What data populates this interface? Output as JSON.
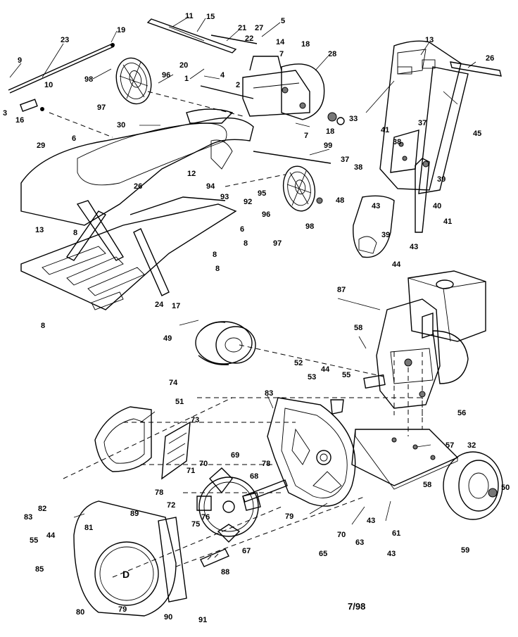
{
  "diagram": {
    "date_code": "7/98",
    "cover_letter": "D",
    "callouts": [
      {
        "id": "c11",
        "text": "11"
      },
      {
        "id": "c15",
        "text": "15"
      },
      {
        "id": "c5",
        "text": "5"
      },
      {
        "id": "c21",
        "text": "21"
      },
      {
        "id": "c27",
        "text": "27"
      },
      {
        "id": "c22",
        "text": "22"
      },
      {
        "id": "c14",
        "text": "14"
      },
      {
        "id": "c19",
        "text": "19"
      },
      {
        "id": "c23",
        "text": "23"
      },
      {
        "id": "c9",
        "text": "9"
      },
      {
        "id": "c98a",
        "text": "98"
      },
      {
        "id": "c96a",
        "text": "96"
      },
      {
        "id": "c20",
        "text": "20"
      },
      {
        "id": "c1",
        "text": "1"
      },
      {
        "id": "c4",
        "text": "4"
      },
      {
        "id": "c7a",
        "text": "7"
      },
      {
        "id": "c18a",
        "text": "18"
      },
      {
        "id": "c28",
        "text": "28"
      },
      {
        "id": "c2",
        "text": "2"
      },
      {
        "id": "c10",
        "text": "10"
      },
      {
        "id": "c3",
        "text": "3"
      },
      {
        "id": "c16",
        "text": "16"
      },
      {
        "id": "c97a",
        "text": "97"
      },
      {
        "id": "c30",
        "text": "30"
      },
      {
        "id": "c7b",
        "text": "7"
      },
      {
        "id": "c18b",
        "text": "18"
      },
      {
        "id": "c33",
        "text": "33"
      },
      {
        "id": "c13a",
        "text": "13"
      },
      {
        "id": "c26b",
        "text": "26"
      },
      {
        "id": "c45",
        "text": "45"
      },
      {
        "id": "c29",
        "text": "29"
      },
      {
        "id": "c6a",
        "text": "6"
      },
      {
        "id": "c26a",
        "text": "26"
      },
      {
        "id": "c12",
        "text": "12"
      },
      {
        "id": "c99",
        "text": "99"
      },
      {
        "id": "c94",
        "text": "94"
      },
      {
        "id": "c93",
        "text": "93"
      },
      {
        "id": "c92",
        "text": "92"
      },
      {
        "id": "c95",
        "text": "95"
      },
      {
        "id": "c96b",
        "text": "96"
      },
      {
        "id": "c97b",
        "text": "97"
      },
      {
        "id": "c98b",
        "text": "98"
      },
      {
        "id": "c13b",
        "text": "13"
      },
      {
        "id": "c8a",
        "text": "8"
      },
      {
        "id": "c6b",
        "text": "6"
      },
      {
        "id": "c8b",
        "text": "8"
      },
      {
        "id": "c8c",
        "text": "8"
      },
      {
        "id": "c8d",
        "text": "8"
      },
      {
        "id": "c8e",
        "text": "8"
      },
      {
        "id": "c24",
        "text": "24"
      },
      {
        "id": "c17",
        "text": "17"
      },
      {
        "id": "c41a",
        "text": "41"
      },
      {
        "id": "c37a",
        "text": "37"
      },
      {
        "id": "c38a",
        "text": "38"
      },
      {
        "id": "c37b",
        "text": "37"
      },
      {
        "id": "c38b",
        "text": "38"
      },
      {
        "id": "c39a",
        "text": "39"
      },
      {
        "id": "c48",
        "text": "48"
      },
      {
        "id": "c43a",
        "text": "43"
      },
      {
        "id": "c40",
        "text": "40"
      },
      {
        "id": "c39b",
        "text": "39"
      },
      {
        "id": "c41b",
        "text": "41"
      },
      {
        "id": "c43b",
        "text": "43"
      },
      {
        "id": "c44a",
        "text": "44"
      },
      {
        "id": "c87",
        "text": "87"
      },
      {
        "id": "c49",
        "text": "49"
      },
      {
        "id": "c58a",
        "text": "58"
      },
      {
        "id": "c52",
        "text": "52"
      },
      {
        "id": "c44b",
        "text": "44"
      },
      {
        "id": "c53",
        "text": "53"
      },
      {
        "id": "c55a",
        "text": "55"
      },
      {
        "id": "c74",
        "text": "74"
      },
      {
        "id": "c83a",
        "text": "83"
      },
      {
        "id": "c51",
        "text": "51"
      },
      {
        "id": "c56",
        "text": "56"
      },
      {
        "id": "c73",
        "text": "73"
      },
      {
        "id": "c57",
        "text": "57"
      },
      {
        "id": "c32",
        "text": "32"
      },
      {
        "id": "c69",
        "text": "69"
      },
      {
        "id": "c70a",
        "text": "70"
      },
      {
        "id": "c78a",
        "text": "78"
      },
      {
        "id": "c71",
        "text": "71"
      },
      {
        "id": "c68",
        "text": "68"
      },
      {
        "id": "c58b",
        "text": "58"
      },
      {
        "id": "c50",
        "text": "50"
      },
      {
        "id": "c78b",
        "text": "78"
      },
      {
        "id": "c82",
        "text": "82"
      },
      {
        "id": "c89",
        "text": "89"
      },
      {
        "id": "c72",
        "text": "72"
      },
      {
        "id": "c79a",
        "text": "79"
      },
      {
        "id": "c43c",
        "text": "43"
      },
      {
        "id": "c83b",
        "text": "83"
      },
      {
        "id": "c81",
        "text": "81"
      },
      {
        "id": "c76",
        "text": "76"
      },
      {
        "id": "c75",
        "text": "75"
      },
      {
        "id": "c61",
        "text": "61"
      },
      {
        "id": "c70b",
        "text": "70"
      },
      {
        "id": "c63",
        "text": "63"
      },
      {
        "id": "c44c",
        "text": "44"
      },
      {
        "id": "c55b",
        "text": "55"
      },
      {
        "id": "c67",
        "text": "67"
      },
      {
        "id": "c65",
        "text": "65"
      },
      {
        "id": "c43d",
        "text": "43"
      },
      {
        "id": "c59",
        "text": "59"
      },
      {
        "id": "c85",
        "text": "85"
      },
      {
        "id": "c88",
        "text": "88"
      },
      {
        "id": "c80",
        "text": "80"
      },
      {
        "id": "c79b",
        "text": "79"
      },
      {
        "id": "c90",
        "text": "90"
      },
      {
        "id": "c91",
        "text": "91"
      }
    ]
  }
}
